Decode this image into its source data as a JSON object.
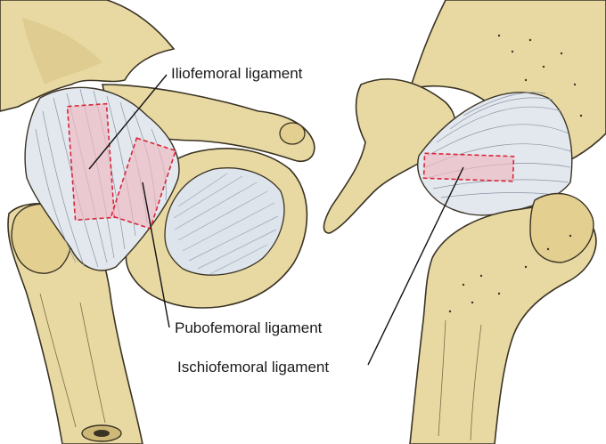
{
  "labels": {
    "iliofemoral": "Iliofemoral ligament",
    "pubofemoral": "Pubofemoral ligament",
    "ischiofemoral": "Ischiofemoral ligament"
  },
  "colors": {
    "bone_fill": "#e8d9a3",
    "bone_shade": "#d4c07e",
    "bone_outline": "#3a3324",
    "ligament_fill": "#e3e8ee",
    "ligament_fiber": "#8a94a3",
    "highlight_fill": "#efb9c2",
    "highlight_stroke": "#d8263a",
    "leader_line": "#111111"
  },
  "icons": {
    "left_view": "hip-joint-anterior-view",
    "right_view": "hip-joint-posterior-view"
  }
}
